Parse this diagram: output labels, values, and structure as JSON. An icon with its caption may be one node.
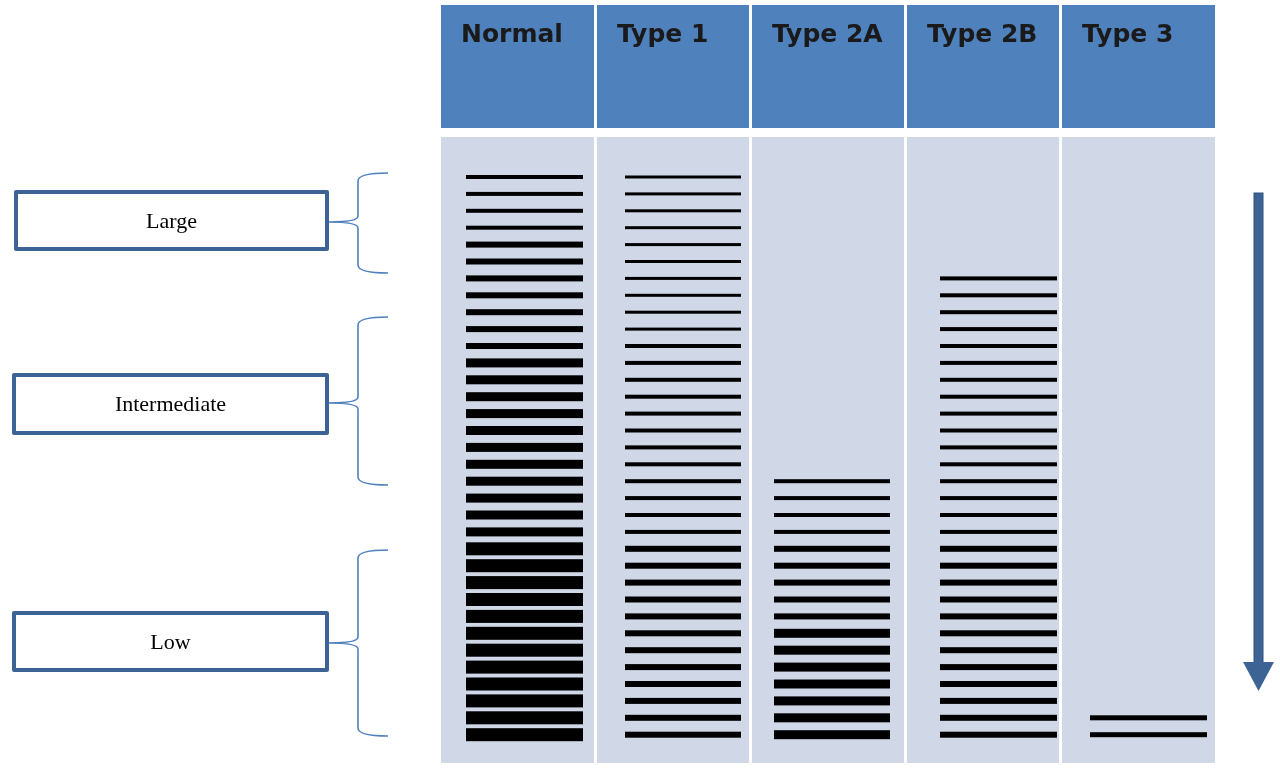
{
  "diagram": {
    "nodes": [
      {
        "text": [
          "Large"
        ]
      },
      {
        "text": [
          "Intermediate"
        ]
      },
      {
        "text": [
          "Low"
        ]
      }
    ],
    "labels": [
      "Normal",
      "Type 1",
      "Type 2A",
      "Type 2B",
      "Type 3"
    ]
  }
}
